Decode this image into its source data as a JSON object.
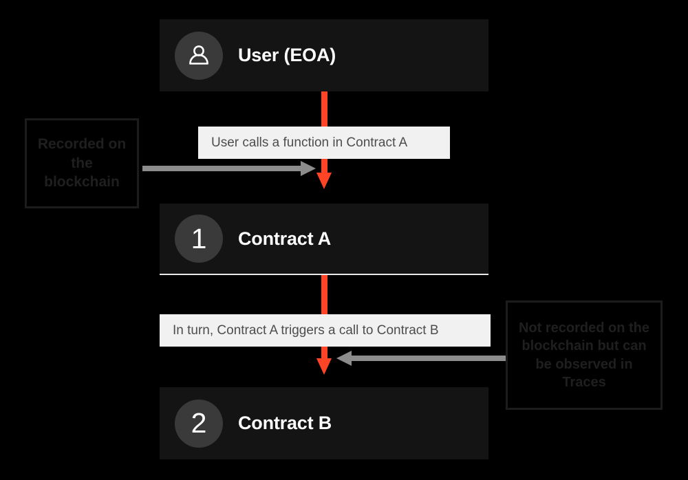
{
  "diagram": {
    "title": "Contract call flow",
    "background_color": "#000000",
    "accent_color": "#ff4526",
    "card_color": "#141414",
    "chip_color": "#f1f1f1",
    "gray_arrow_color": "#8c8c8c"
  },
  "nodes": [
    {
      "id": "user",
      "icon": "person-icon",
      "badge": "",
      "label": "User (EOA)"
    },
    {
      "id": "contract-a",
      "icon": "number-badge",
      "badge": "1",
      "label": "Contract A"
    },
    {
      "id": "contract-b",
      "icon": "number-badge",
      "badge": "2",
      "label": "Contract B"
    }
  ],
  "chips": [
    {
      "id": "chip-1",
      "text": "User calls a function in Contract A"
    },
    {
      "id": "chip-2",
      "text": "In turn, Contract A triggers a call to Contract B"
    }
  ],
  "annotations": [
    {
      "id": "annot-left",
      "text": "Recorded on the blockchain",
      "points_to": "contract-a"
    },
    {
      "id": "annot-right",
      "text": "Not recorded on the blockchain but can be observed in Traces",
      "points_to": "contract-b"
    }
  ]
}
